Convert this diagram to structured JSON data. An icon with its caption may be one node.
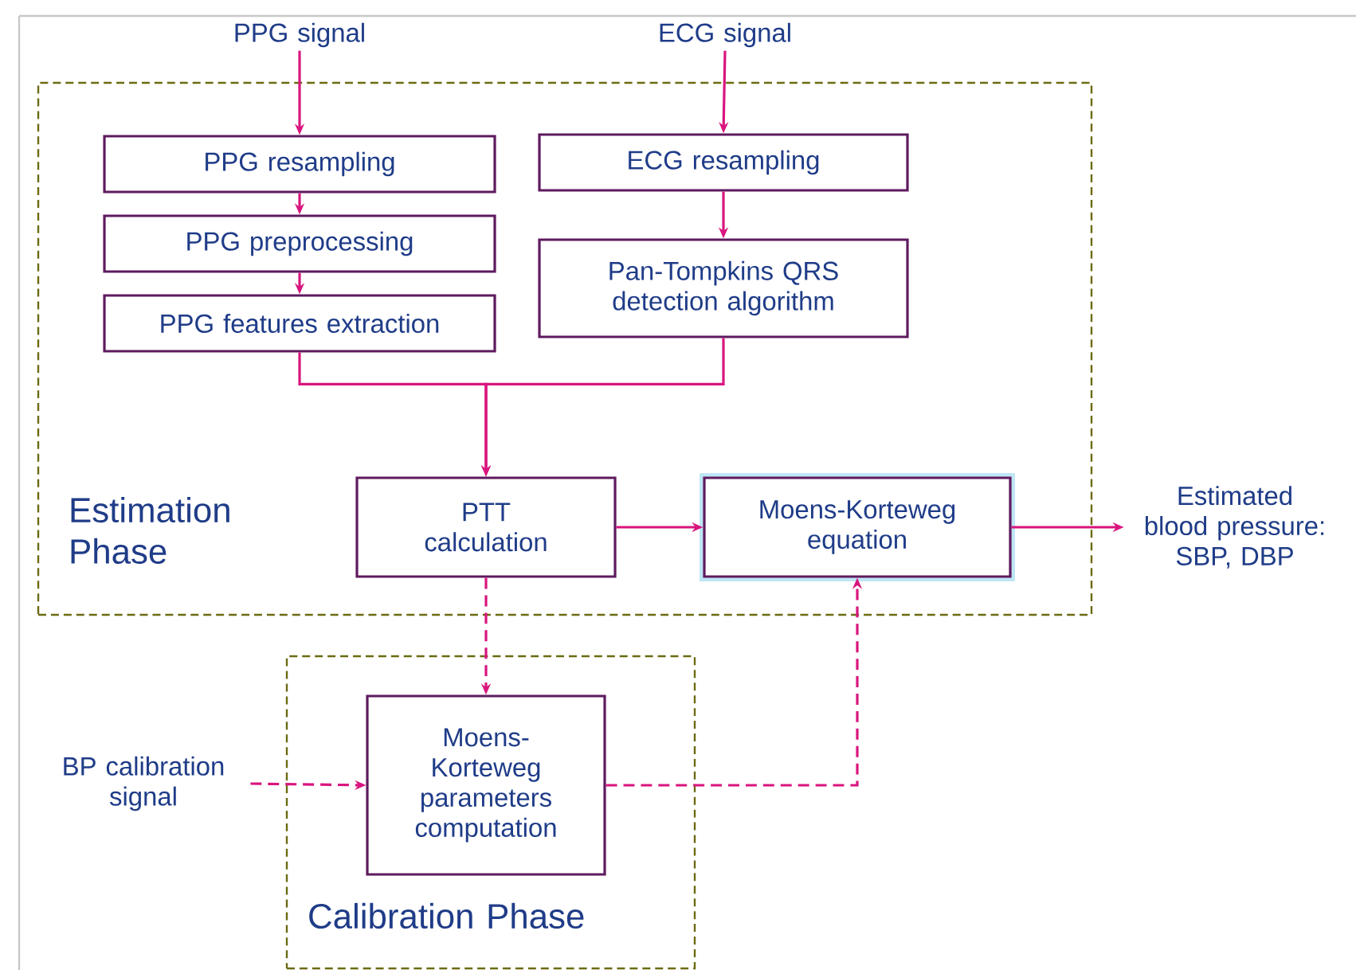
{
  "diagram": {
    "nodes": [
      {
        "text": [
          "Estimation Phase"
        ]
      },
      {
        "text": [
          "PPG signal"
        ]
      },
      {
        "text": [
          "ECG signal"
        ]
      },
      {
        "text": [
          "PPG resampling"
        ],
        "in": 0
      },
      {
        "text": [
          "ECG resampling"
        ],
        "in": 0
      },
      {
        "text": [
          "PPG preprocessing"
        ],
        "in": 0
      },
      {
        "text": [
          "Pan-Tompkins QRS detection algorithm"
        ],
        "in": 0
      },
      {
        "text": [
          "PPG features extraction"
        ],
        "in": 0
      },
      {
        "text": [
          "PTT calculation"
        ],
        "in": 0
      },
      {
        "text": [
          "Moens-Korteweg equation"
        ],
        "in": 0
      },
      {
        "text": [
          "Estimated blood pressure: SBP, DBP"
        ]
      },
      {
        "text": [
          "Calibration Phase"
        ]
      },
      {
        "text": [
          "BP calibration signal"
        ]
      },
      {
        "text": [
          "Moens-Korteweg parameters computation"
        ],
        "in": 11
      }
    ],
    "edges": [
      {
        "from": 1,
        "to": 3,
        "arrow": "to"
      },
      {
        "from": 2,
        "to": 4,
        "arrow": "to"
      },
      {
        "from": 3,
        "to": 5,
        "arrow": "to"
      },
      {
        "from": 5,
        "to": 7,
        "arrow": "to"
      },
      {
        "from": 4,
        "to": 6,
        "arrow": "to"
      },
      {
        "from": 7,
        "to": 8,
        "arrow": "to"
      },
      {
        "from": 6,
        "to": 8,
        "arrow": "to"
      },
      {
        "from": 8,
        "to": 9,
        "arrow": "to"
      },
      {
        "from": 9,
        "to": 10,
        "arrow": "to"
      },
      {
        "from": 8,
        "to": 13,
        "arrow": "to",
        "style": "dashed"
      },
      {
        "from": 12,
        "to": 13,
        "arrow": "to",
        "style": "dashed"
      },
      {
        "from": 13,
        "to": 9,
        "arrow": "to",
        "style": "dashed"
      }
    ]
  }
}
